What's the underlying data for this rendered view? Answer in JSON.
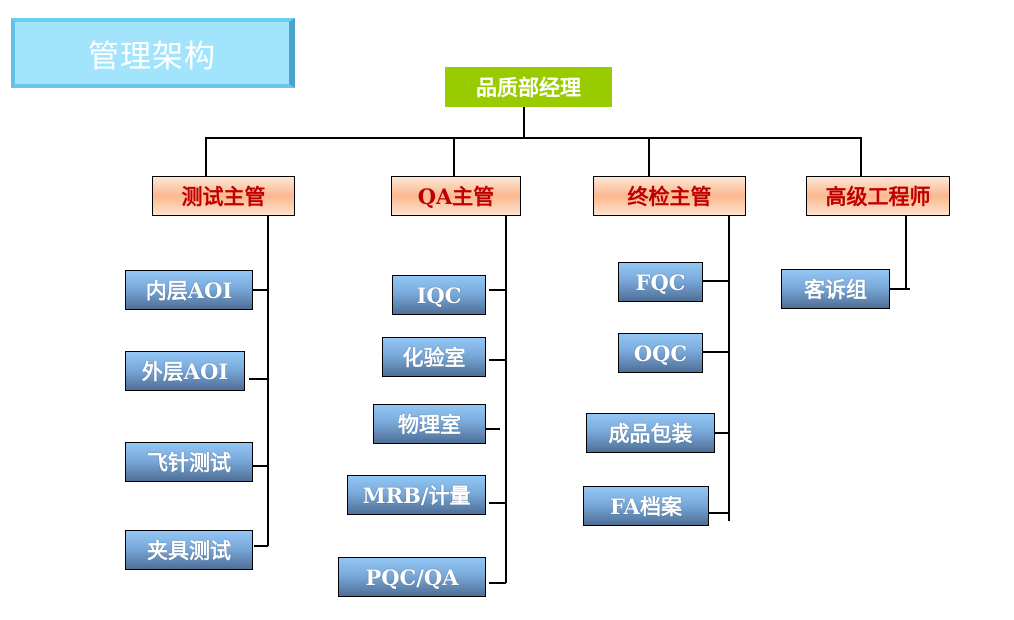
{
  "title": "管理架构",
  "root": {
    "label": "品质部经理"
  },
  "managers": [
    {
      "label": "测试主管",
      "children": [
        "内层AOI",
        "外层AOI",
        "飞针测试",
        "夹具测试"
      ]
    },
    {
      "label": "QA主管",
      "children": [
        "IQC",
        "化验室",
        "物理室",
        "MRB/计量",
        "PQC/QA"
      ]
    },
    {
      "label": "终检主管",
      "children": [
        "FQC",
        "OQC",
        "成品包装",
        "FA档案"
      ]
    },
    {
      "label": "高级工程师",
      "children": [
        "客诉组"
      ]
    }
  ],
  "colors": {
    "title_bg": "#a2e4fb",
    "root_bg": "#99cc00",
    "manager_text": "#c00000",
    "manager_bg": "#fbb88f",
    "sub_bg": "#7aaadb"
  }
}
